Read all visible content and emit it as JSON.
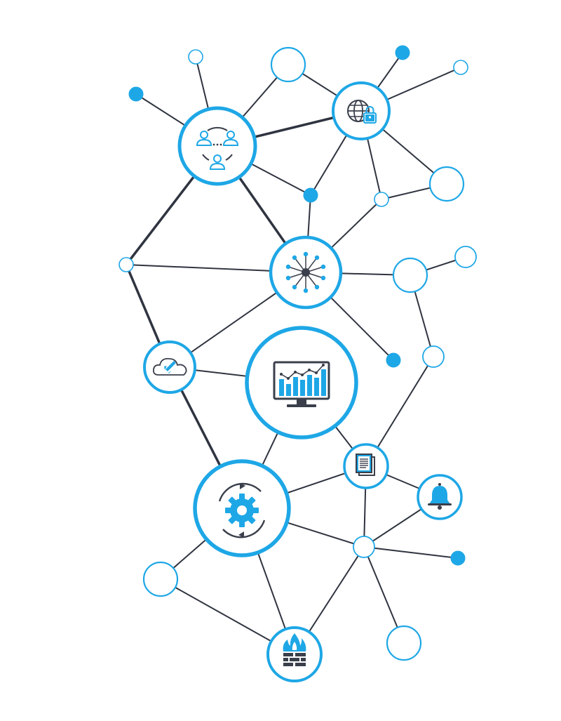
{
  "colors": {
    "accent": "#1ea7e6",
    "edge": "#2f3440",
    "icon_ink": "#3a3f4b",
    "background": "#ffffff"
  },
  "nodes": [
    {
      "id": "users",
      "icon": "users-network-icon"
    },
    {
      "id": "globe-lock",
      "icon": "globe-lock-icon"
    },
    {
      "id": "hub",
      "icon": "hub-network-icon"
    },
    {
      "id": "cloud",
      "icon": "cloud-rocket-icon"
    },
    {
      "id": "monitor",
      "icon": "monitor-chart-icon"
    },
    {
      "id": "document",
      "icon": "document-icon"
    },
    {
      "id": "bell",
      "icon": "bell-icon"
    },
    {
      "id": "gear",
      "icon": "gear-sync-icon"
    },
    {
      "id": "firewall",
      "icon": "firewall-icon"
    }
  ]
}
